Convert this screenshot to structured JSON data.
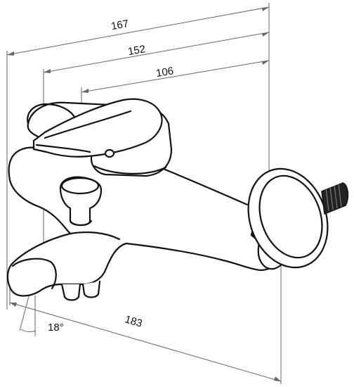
{
  "dimensions": {
    "overall_length": "167",
    "body_length": "152",
    "handle_offset": "106",
    "spout_length": "183",
    "spout_angle": "18°"
  },
  "colors": {
    "line": "#111111",
    "dimension_line": "#666666",
    "background": "#ffffff",
    "thread": "#222222"
  }
}
